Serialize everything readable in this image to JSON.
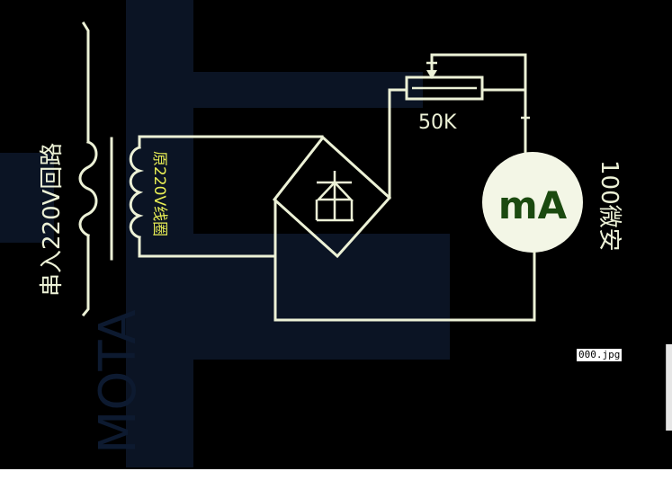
{
  "diagram": {
    "series_label": "串入220V回路",
    "coil_label": "原220V线圈",
    "resistor_label": "50K",
    "meter_label": "mA",
    "meter_rating": "100微安",
    "watermark_text": "MOTA"
  },
  "file_tag": "000.jpg",
  "colors": {
    "background": "#000000",
    "wire": "#ecf1d6",
    "coil_label": "#e8ee55",
    "meter_text": "#1b4a10"
  }
}
